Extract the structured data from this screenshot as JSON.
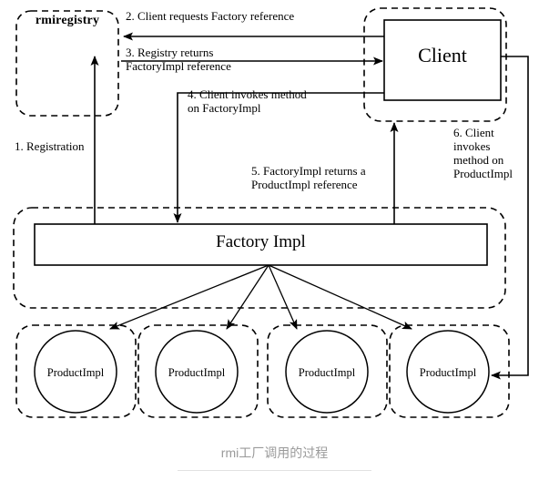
{
  "diagram": {
    "title": "rmi工厂调用的过程",
    "nodes": {
      "rmiregistry": "rmiregistry",
      "client": "Client",
      "factoryimpl": "Factory Impl",
      "products": [
        "ProductImpl",
        "ProductImpl",
        "ProductImpl",
        "ProductImpl"
      ]
    },
    "steps": [
      {
        "id": "step1",
        "number": "1.",
        "text": "1. Registration",
        "from": "FactoryImpl",
        "to": "rmiregistry"
      },
      {
        "id": "step2",
        "number": "2.",
        "text": "2. Client requests Factory reference",
        "from": "Client",
        "to": "rmiregistry"
      },
      {
        "id": "step3",
        "number": "3.",
        "text": "3. Registry returns\nFactoryImpl reference",
        "from": "rmiregistry",
        "to": "Client"
      },
      {
        "id": "step4",
        "number": "4.",
        "text": "4. Client invokes method\non FactoryImpl",
        "from": "Client",
        "to": "FactoryImpl"
      },
      {
        "id": "step5",
        "number": "5.",
        "text": "5. FactoryImpl returns a\nProductImpl reference",
        "from": "FactoryImpl",
        "to": "Client"
      },
      {
        "id": "step6",
        "number": "6.",
        "text": "6. Client\ninvokes\nmethod on\nProductImpl",
        "from": "Client",
        "to": "ProductImpl"
      }
    ],
    "colors": {
      "stroke": "#000000",
      "container_stroke": "#000000",
      "background": "#ffffff",
      "caption": "#9a9a9a",
      "rule": "#e2e2e2"
    }
  }
}
